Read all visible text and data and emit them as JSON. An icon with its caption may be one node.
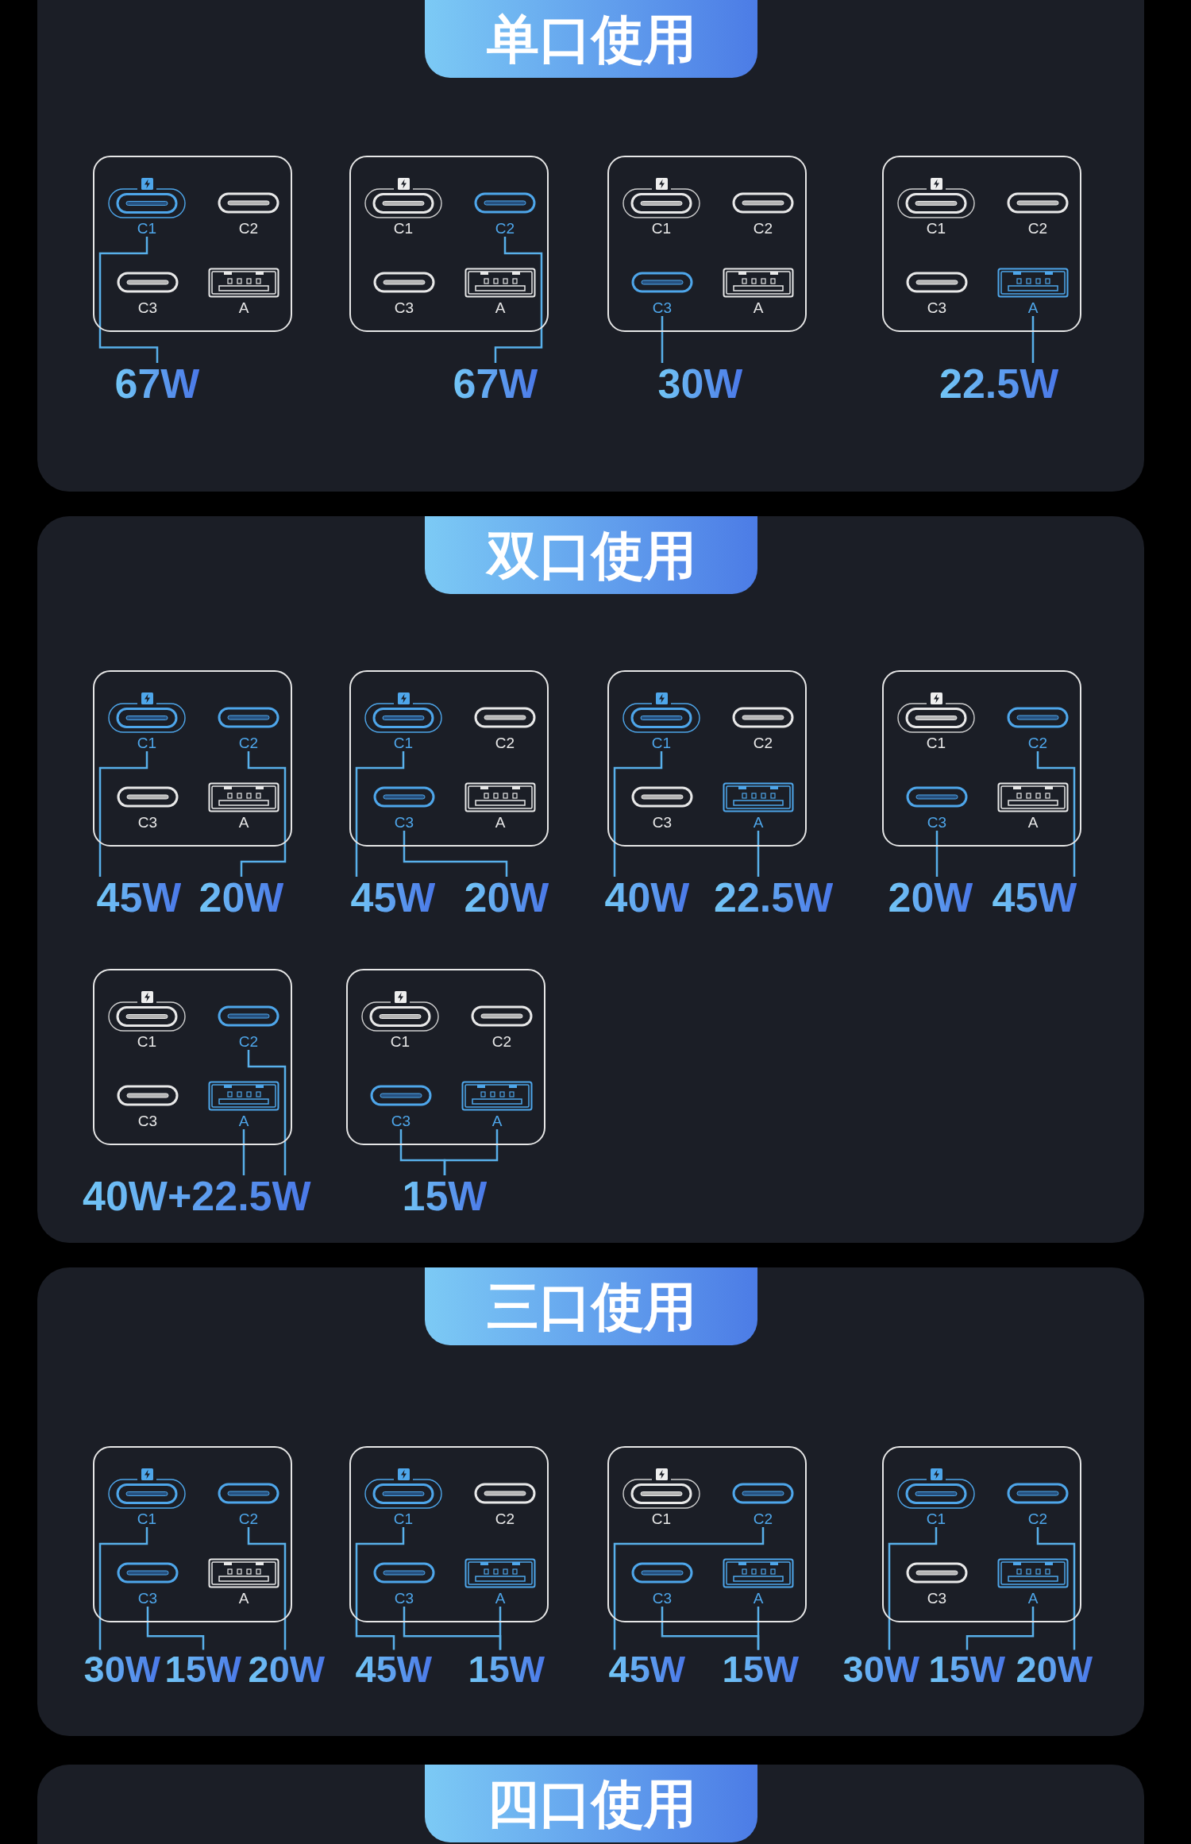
{
  "diagram": {
    "nodes": [
      {
        "text": [
          "单口使用"
        ]
      },
      {
        "text": [],
        "shape": "box",
        "in": 0
      },
      {
        "text": [
          "C1"
        ],
        "in": 1
      },
      {
        "text": [
          "C2"
        ],
        "in": 1
      },
      {
        "text": [
          "C3"
        ],
        "in": 1
      },
      {
        "text": [
          "A"
        ],
        "in": 1
      },
      {
        "text": [],
        "shape": "box",
        "in": 0
      },
      {
        "text": [
          "C1"
        ],
        "in": 6
      },
      {
        "text": [
          "C2"
        ],
        "in": 6
      },
      {
        "text": [
          "C3"
        ],
        "in": 6
      },
      {
        "text": [
          "A"
        ],
        "in": 6
      },
      {
        "text": [],
        "shape": "box",
        "in": 0
      },
      {
        "text": [
          "C1"
        ],
        "in": 11
      },
      {
        "text": [
          "C2"
        ],
        "in": 11
      },
      {
        "text": [
          "C3"
        ],
        "in": 11
      },
      {
        "text": [
          "A"
        ],
        "in": 11
      },
      {
        "text": [],
        "shape": "box",
        "in": 0
      },
      {
        "text": [
          "C1"
        ],
        "in": 16
      },
      {
        "text": [
          "C2"
        ],
        "in": 16
      },
      {
        "text": [
          "C3"
        ],
        "in": 16
      },
      {
        "text": [
          "A"
        ],
        "in": 16
      },
      {
        "text": [
          "67W"
        ],
        "in": 0
      },
      {
        "text": [
          "67W"
        ],
        "in": 0
      },
      {
        "text": [
          "30W"
        ],
        "in": 0
      },
      {
        "text": [
          "22.5W"
        ],
        "in": 0
      },
      {
        "text": [
          "双口使用"
        ]
      },
      {
        "text": [],
        "shape": "box",
        "in": 25
      },
      {
        "text": [
          "C1"
        ],
        "in": 26
      },
      {
        "text": [
          "C2"
        ],
        "in": 26
      },
      {
        "text": [
          "C3"
        ],
        "in": 26
      },
      {
        "text": [
          "A"
        ],
        "in": 26
      },
      {
        "text": [],
        "shape": "box",
        "in": 25
      },
      {
        "text": [
          "C1"
        ],
        "in": 31
      },
      {
        "text": [
          "C2"
        ],
        "in": 31
      },
      {
        "text": [
          "C3"
        ],
        "in": 31
      },
      {
        "text": [
          "A"
        ],
        "in": 31
      },
      {
        "text": [],
        "shape": "box",
        "in": 25
      },
      {
        "text": [
          "C1"
        ],
        "in": 36
      },
      {
        "text": [
          "C2"
        ],
        "in": 36
      },
      {
        "text": [
          "C3"
        ],
        "in": 36
      },
      {
        "text": [
          "A"
        ],
        "in": 36
      },
      {
        "text": [],
        "shape": "box",
        "in": 25
      },
      {
        "text": [
          "C1"
        ],
        "in": 41
      },
      {
        "text": [
          "C2"
        ],
        "in": 41
      },
      {
        "text": [
          "C3"
        ],
        "in": 41
      },
      {
        "text": [
          "A"
        ],
        "in": 41
      },
      {
        "text": [
          "45W"
        ],
        "in": 25
      },
      {
        "text": [
          "20W"
        ],
        "in": 25
      },
      {
        "text": [
          "45W"
        ],
        "in": 25
      },
      {
        "text": [
          "20W"
        ],
        "in": 25
      },
      {
        "text": [
          "40W"
        ],
        "in": 25
      },
      {
        "text": [
          "22.5W"
        ],
        "in": 25
      },
      {
        "text": [
          "20W"
        ],
        "in": 25
      },
      {
        "text": [
          "45W"
        ],
        "in": 25
      },
      {
        "text": [],
        "shape": "box",
        "in": 25
      },
      {
        "text": [
          "C1"
        ],
        "in": 54
      },
      {
        "text": [
          "C2"
        ],
        "in": 54
      },
      {
        "text": [
          "C3"
        ],
        "in": 54
      },
      {
        "text": [
          "A"
        ],
        "in": 54
      },
      {
        "text": [],
        "shape": "box",
        "in": 25
      },
      {
        "text": [
          "C1"
        ],
        "in": 59
      },
      {
        "text": [
          "C2"
        ],
        "in": 59
      },
      {
        "text": [
          "C3"
        ],
        "in": 59
      },
      {
        "text": [
          "A"
        ],
        "in": 59
      },
      {
        "text": [
          "40W+22.5W"
        ],
        "in": 25
      },
      {
        "text": [
          "15W"
        ],
        "in": 25
      },
      {
        "text": [
          "三口使用"
        ]
      },
      {
        "text": [],
        "shape": "box",
        "in": 66
      },
      {
        "text": [
          "C1"
        ],
        "in": 67
      },
      {
        "text": [
          "C2"
        ],
        "in": 67
      },
      {
        "text": [
          "C3"
        ],
        "in": 67
      },
      {
        "text": [
          "A"
        ],
        "in": 67
      },
      {
        "text": [],
        "shape": "box",
        "in": 66
      },
      {
        "text": [
          "C1"
        ],
        "in": 72
      },
      {
        "text": [
          "C2"
        ],
        "in": 72
      },
      {
        "text": [
          "C3"
        ],
        "in": 72
      },
      {
        "text": [
          "A"
        ],
        "in": 72
      },
      {
        "text": [],
        "shape": "box",
        "in": 66
      },
      {
        "text": [
          "C1"
        ],
        "in": 77
      },
      {
        "text": [
          "C2"
        ],
        "in": 77
      },
      {
        "text": [
          "C3"
        ],
        "in": 77
      },
      {
        "text": [
          "A"
        ],
        "in": 77
      },
      {
        "text": [],
        "shape": "box",
        "in": 66
      },
      {
        "text": [
          "C1"
        ],
        "in": 82
      },
      {
        "text": [
          "C2"
        ],
        "in": 82
      },
      {
        "text": [
          "C3"
        ],
        "in": 82
      },
      {
        "text": [
          "A"
        ],
        "in": 82
      },
      {
        "text": [
          "30W"
        ],
        "in": 66
      },
      {
        "text": [
          "15W"
        ],
        "in": 66
      },
      {
        "text": [
          "20W"
        ],
        "in": 66
      },
      {
        "text": [
          "45W"
        ],
        "in": 66
      },
      {
        "text": [
          "15W"
        ],
        "in": 66
      },
      {
        "text": [
          "45W"
        ],
        "in": 66
      },
      {
        "text": [
          "15W"
        ],
        "in": 66
      },
      {
        "text": [
          "30W"
        ],
        "in": 66
      },
      {
        "text": [
          "15W"
        ],
        "in": 66
      },
      {
        "text": [
          "20W"
        ],
        "in": 66
      },
      {
        "text": [
          "四口使用"
        ]
      }
    ],
    "edges": [
      {
        "from": 21,
        "to": 2,
        "arrow": "none"
      },
      {
        "from": 22,
        "to": 8,
        "arrow": "none"
      },
      {
        "from": 23,
        "to": 14,
        "arrow": "none"
      },
      {
        "from": 24,
        "to": 20,
        "arrow": "none"
      },
      {
        "from": 46,
        "to": 27,
        "arrow": "none"
      },
      {
        "from": 47,
        "to": 28,
        "arrow": "none"
      },
      {
        "from": 48,
        "to": 32,
        "arrow": "none"
      },
      {
        "from": 49,
        "to": 34,
        "arrow": "none"
      },
      {
        "from": 50,
        "to": 37,
        "arrow": "none"
      },
      {
        "from": 51,
        "to": 40,
        "arrow": "none"
      },
      {
        "from": 52,
        "to": 44,
        "arrow": "none"
      },
      {
        "from": 53,
        "to": 43,
        "arrow": "none"
      },
      {
        "from": 64,
        "to": 56,
        "arrow": "none"
      },
      {
        "from": 64,
        "to": 58,
        "arrow": "none"
      },
      {
        "from": 65,
        "to": 62,
        "arrow": "none"
      },
      {
        "from": 65,
        "to": 63,
        "arrow": "none"
      },
      {
        "from": 87,
        "to": 68,
        "arrow": "none"
      },
      {
        "from": 88,
        "to": 70,
        "arrow": "none"
      },
      {
        "from": 89,
        "to": 69,
        "arrow": "none"
      },
      {
        "from": 90,
        "to": 73,
        "arrow": "none"
      },
      {
        "from": 91,
        "to": 75,
        "arrow": "none"
      },
      {
        "from": 91,
        "to": 76,
        "arrow": "none"
      },
      {
        "from": 92,
        "to": 79,
        "arrow": "none"
      },
      {
        "from": 93,
        "to": 80,
        "arrow": "none"
      },
      {
        "from": 93,
        "to": 81,
        "arrow": "none"
      },
      {
        "from": 94,
        "to": 83,
        "arrow": "none"
      },
      {
        "from": 95,
        "to": 86,
        "arrow": "none"
      },
      {
        "from": 96,
        "to": 84,
        "arrow": "none"
      }
    ]
  }
}
